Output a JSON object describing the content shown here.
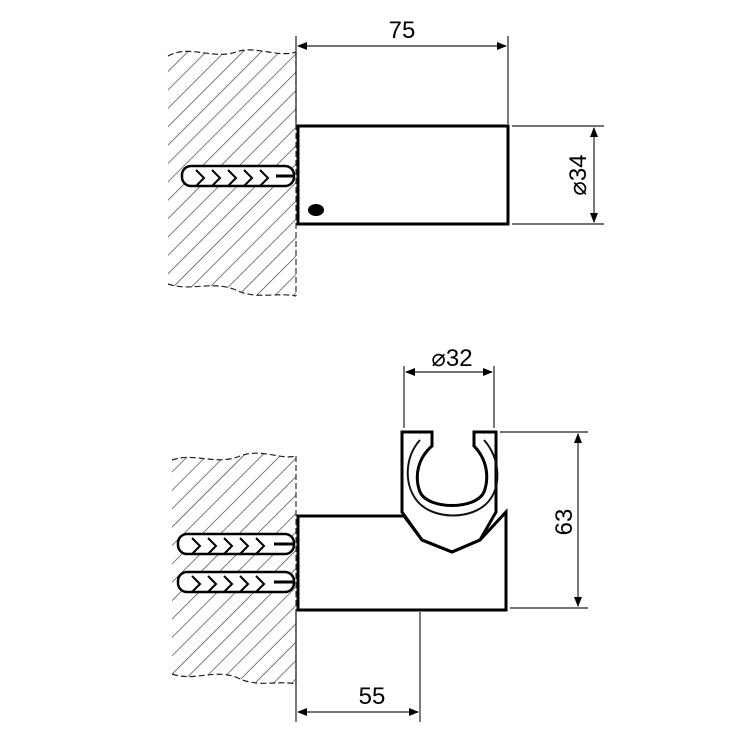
{
  "dimensions": {
    "top_depth": "75",
    "top_diameter": "34",
    "bottom_holder_diameter": "32",
    "bottom_height": "63",
    "bottom_depth": "55"
  },
  "symbols": {
    "diameter": "⌀"
  }
}
